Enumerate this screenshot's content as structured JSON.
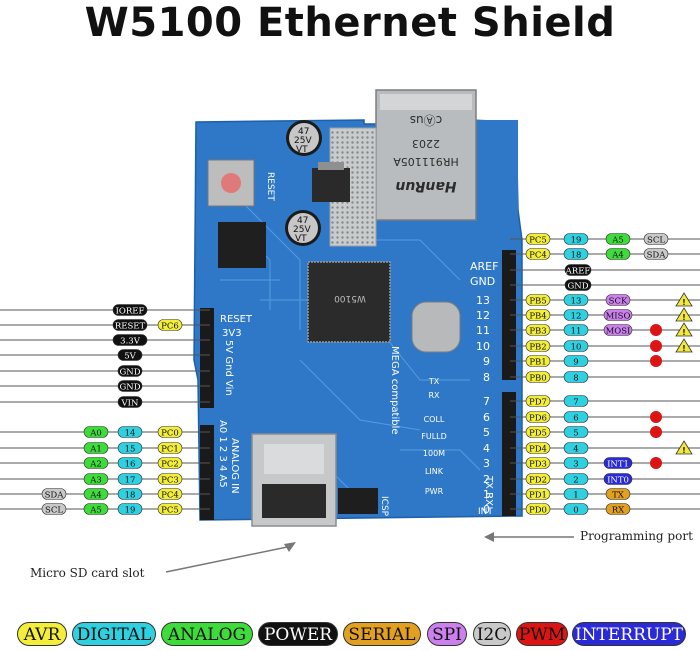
{
  "title": "W5100 Ethernet Shield",
  "colors": {
    "AVR": "#f2ee3a",
    "DIGITAL": "#2fd0e0",
    "ANALOG": "#3ddc3a",
    "POWER": "#111111",
    "SERIAL": "#e2a021",
    "SPI": "#cc80ee",
    "I2C": "#c9c9c9",
    "PWM": "#dd1414",
    "INTERRUPT": "#2a2ad6",
    "board": "#2f78c8",
    "warning": "#f2e83a"
  },
  "board_text": {
    "reset": "RESET",
    "cap_top": [
      "47",
      "25V",
      "VT"
    ],
    "cap_mid": [
      "47",
      "25V",
      "VT"
    ],
    "jack_brand": "HanRun",
    "jack_part": "HR911105A",
    "jack_code": "2203",
    "jack_cert": "cⒶus",
    "aref": "AREF",
    "gnd": "GND",
    "reset_hdr": "RESET",
    "v33": "3V3",
    "power_hdr": "5V Gnd Vin",
    "analog_hdr": "ANALOG IN",
    "analog_nums": "A0 1 2 3 4 A5",
    "mega": "MEGA compatible",
    "leds": [
      "TX",
      "RX",
      "COLL",
      "FULLD",
      "100M",
      "LINK",
      "PWR"
    ],
    "txrx_vert": "TX RX",
    "int": "INT",
    "icsp": "ICSP",
    "chip": "W5100",
    "digital_nums": [
      "13",
      "12",
      "11",
      "10",
      "9",
      "8",
      "7",
      "6",
      "5",
      "4",
      "3",
      "2",
      "1",
      "0"
    ]
  },
  "left_pins": [
    {
      "cells": [
        {
          "t": "IOREF",
          "k": "POWER"
        }
      ]
    },
    {
      "cells": [
        {
          "t": "RESET",
          "k": "POWER"
        },
        {
          "t": "PC6",
          "k": "AVR"
        }
      ]
    },
    {
      "cells": [
        {
          "t": "3.3V",
          "k": "POWER"
        }
      ]
    },
    {
      "cells": [
        {
          "t": "5V",
          "k": "POWER"
        }
      ]
    },
    {
      "cells": [
        {
          "t": "GND",
          "k": "POWER"
        }
      ]
    },
    {
      "cells": [
        {
          "t": "GND",
          "k": "POWER"
        }
      ]
    },
    {
      "cells": [
        {
          "t": "VIN",
          "k": "POWER"
        }
      ]
    },
    {
      "cells": [
        {
          "t": "A0",
          "k": "ANALOG"
        },
        {
          "t": "14",
          "k": "DIGITAL"
        },
        {
          "t": "PC0",
          "k": "AVR"
        }
      ]
    },
    {
      "cells": [
        {
          "t": "A1",
          "k": "ANALOG"
        },
        {
          "t": "15",
          "k": "DIGITAL"
        },
        {
          "t": "PC1",
          "k": "AVR"
        }
      ]
    },
    {
      "cells": [
        {
          "t": "A2",
          "k": "ANALOG"
        },
        {
          "t": "16",
          "k": "DIGITAL"
        },
        {
          "t": "PC2",
          "k": "AVR"
        }
      ]
    },
    {
      "cells": [
        {
          "t": "A3",
          "k": "ANALOG"
        },
        {
          "t": "17",
          "k": "DIGITAL"
        },
        {
          "t": "PC3",
          "k": "AVR"
        }
      ]
    },
    {
      "cells": [
        {
          "t": "SDA",
          "k": "I2C"
        },
        {
          "t": "A4",
          "k": "ANALOG"
        },
        {
          "t": "18",
          "k": "DIGITAL"
        },
        {
          "t": "PC4",
          "k": "AVR"
        }
      ]
    },
    {
      "cells": [
        {
          "t": "SCL",
          "k": "I2C"
        },
        {
          "t": "A5",
          "k": "ANALOG"
        },
        {
          "t": "19",
          "k": "DIGITAL"
        },
        {
          "t": "PC5",
          "k": "AVR"
        }
      ]
    }
  ],
  "right_pins": [
    {
      "cells": [
        {
          "t": "PC5",
          "k": "AVR"
        },
        {
          "t": "19",
          "k": "DIGITAL"
        },
        {
          "t": "A5",
          "k": "ANALOG"
        },
        {
          "t": "SCL",
          "k": "I2C"
        }
      ]
    },
    {
      "cells": [
        {
          "t": "PC4",
          "k": "AVR"
        },
        {
          "t": "18",
          "k": "DIGITAL"
        },
        {
          "t": "A4",
          "k": "ANALOG"
        },
        {
          "t": "SDA",
          "k": "I2C"
        }
      ]
    },
    {
      "cells": [
        {
          "t": "AREF",
          "k": "POWER"
        }
      ]
    },
    {
      "cells": [
        {
          "t": "GND",
          "k": "POWER"
        }
      ]
    },
    {
      "cells": [
        {
          "t": "PB5",
          "k": "AVR"
        },
        {
          "t": "13",
          "k": "DIGITAL"
        },
        {
          "t": "SCK",
          "k": "SPI"
        }
      ],
      "warn": true
    },
    {
      "cells": [
        {
          "t": "PB4",
          "k": "AVR"
        },
        {
          "t": "12",
          "k": "DIGITAL"
        },
        {
          "t": "MISO",
          "k": "SPI"
        }
      ],
      "warn": true
    },
    {
      "cells": [
        {
          "t": "PB3",
          "k": "AVR"
        },
        {
          "t": "11",
          "k": "DIGITAL"
        },
        {
          "t": "MOSI",
          "k": "SPI"
        }
      ],
      "pwm": true,
      "warn": true
    },
    {
      "cells": [
        {
          "t": "PB2",
          "k": "AVR"
        },
        {
          "t": "10",
          "k": "DIGITAL"
        }
      ],
      "pwm": true,
      "warn": true
    },
    {
      "cells": [
        {
          "t": "PB1",
          "k": "AVR"
        },
        {
          "t": "9",
          "k": "DIGITAL"
        }
      ],
      "pwm": true
    },
    {
      "cells": [
        {
          "t": "PB0",
          "k": "AVR"
        },
        {
          "t": "8",
          "k": "DIGITAL"
        }
      ]
    },
    {
      "cells": [
        {
          "t": "PD7",
          "k": "AVR"
        },
        {
          "t": "7",
          "k": "DIGITAL"
        }
      ]
    },
    {
      "cells": [
        {
          "t": "PD6",
          "k": "AVR"
        },
        {
          "t": "6",
          "k": "DIGITAL"
        }
      ],
      "pwm": true
    },
    {
      "cells": [
        {
          "t": "PD5",
          "k": "AVR"
        },
        {
          "t": "5",
          "k": "DIGITAL"
        }
      ],
      "pwm": true
    },
    {
      "cells": [
        {
          "t": "PD4",
          "k": "AVR"
        },
        {
          "t": "4",
          "k": "DIGITAL"
        }
      ],
      "warn": true
    },
    {
      "cells": [
        {
          "t": "PD3",
          "k": "AVR"
        },
        {
          "t": "3",
          "k": "DIGITAL"
        },
        {
          "t": "INT1",
          "k": "INTERRUPT"
        }
      ],
      "pwm": true
    },
    {
      "cells": [
        {
          "t": "PD2",
          "k": "AVR"
        },
        {
          "t": "2",
          "k": "DIGITAL"
        },
        {
          "t": "INT0",
          "k": "INTERRUPT"
        }
      ]
    },
    {
      "cells": [
        {
          "t": "PD1",
          "k": "AVR"
        },
        {
          "t": "1",
          "k": "DIGITAL"
        },
        {
          "t": "TX",
          "k": "SERIAL"
        }
      ]
    },
    {
      "cells": [
        {
          "t": "PD0",
          "k": "AVR"
        },
        {
          "t": "0",
          "k": "DIGITAL"
        },
        {
          "t": "RX",
          "k": "SERIAL"
        }
      ]
    }
  ],
  "annotations": {
    "programming_port": "Programming port",
    "sd_slot": "Micro SD card slot"
  },
  "legend": [
    {
      "label": "AVR",
      "k": "AVR"
    },
    {
      "label": "DIGITAL",
      "k": "DIGITAL"
    },
    {
      "label": "ANALOG",
      "k": "ANALOG"
    },
    {
      "label": "POWER",
      "k": "POWER"
    },
    {
      "label": "SERIAL",
      "k": "SERIAL"
    },
    {
      "label": "SPI",
      "k": "SPI"
    },
    {
      "label": "I2C",
      "k": "I2C"
    },
    {
      "label": "PWM",
      "k": "PWM"
    },
    {
      "label": "INTERRUPT",
      "k": "INTERRUPT"
    }
  ]
}
